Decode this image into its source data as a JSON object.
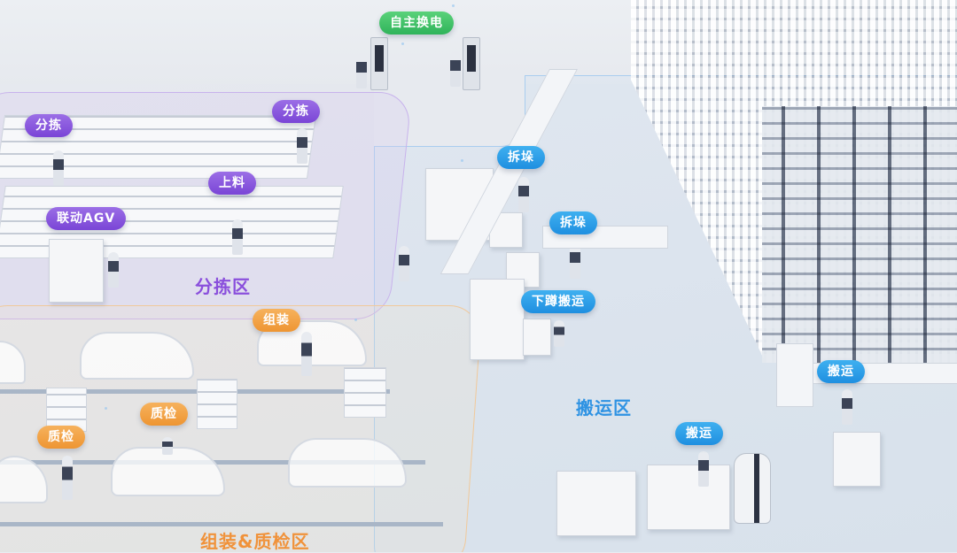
{
  "scene": {
    "zones": [
      {
        "id": "sorting",
        "label": "分拣区",
        "color": "#8a4fdc"
      },
      {
        "id": "assembly_qc",
        "label": "组装&质检区",
        "color": "#f0923a"
      },
      {
        "id": "handling",
        "label": "搬运区",
        "color": "#2f93e3"
      }
    ],
    "badges": {
      "battery_swap": "自主换电",
      "sort_1": "分拣",
      "sort_2": "分拣",
      "load": "上料",
      "agv_link": "联动AGV",
      "assemble": "组装",
      "qc_1": "质检",
      "qc_2": "质检",
      "destack_1": "拆垛",
      "destack_2": "拆垛",
      "squat_carry": "下蹲搬运",
      "carry_1": "搬运",
      "carry_2": "搬运"
    },
    "colors": {
      "green": "#3cc066",
      "purple": "#8553dc",
      "orange": "#f19d3f",
      "blue": "#2a9de6"
    }
  }
}
